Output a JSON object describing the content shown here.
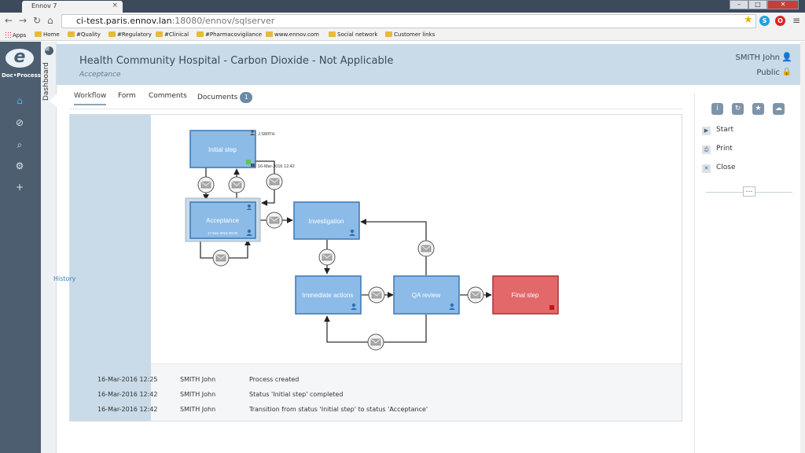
{
  "browser": {
    "tab_title": "Ennov 7",
    "tab_close": "×",
    "url_host": "ci-test.paris.ennov.lan",
    "url_path": ":18080/ennov/sqlserver",
    "bookmarks": [
      "Apps",
      "Home",
      "#Quality",
      "#Regulatory",
      "#Clinical",
      "#Pharmacovigilance",
      "www.ennov.com",
      "Social network",
      "Customer links"
    ]
  },
  "app": {
    "logo_text": "Doc•Process",
    "dashboard_label": "Dashboard"
  },
  "header": {
    "title": "Health Community Hospital - Carbon Dioxide - Not Applicable",
    "subtitle": "Acceptance",
    "user": "SMITH John",
    "visibility": "Public"
  },
  "tabs": [
    {
      "label": "Workflow"
    },
    {
      "label": "Form"
    },
    {
      "label": "Comments"
    },
    {
      "label": "Documents",
      "badge": "1"
    }
  ],
  "workflow": {
    "steps": {
      "initial": "Initial step",
      "acceptance": "Acceptance",
      "investigation": "Investigation",
      "immediate": "Immediate actions",
      "qa": "QA review",
      "final": "Final step"
    },
    "assignee": "J.SMITH",
    "initial_date": "16-Mar-2016 12:42",
    "acceptance_date": "17-Mar-2016 00:00"
  },
  "history": {
    "label": "History",
    "rows": [
      {
        "date": "16-Mar-2016 12:25",
        "user": "SMITH John",
        "event": "Process created"
      },
      {
        "date": "16-Mar-2016 12:42",
        "user": "SMITH John",
        "event": "Status 'Initial step' completed"
      },
      {
        "date": "16-Mar-2016 12:42",
        "user": "SMITH John",
        "event": "Transition from status 'Initial step' to status 'Acceptance'"
      }
    ]
  },
  "actions": {
    "start": "Start",
    "print": "Print",
    "close": "Close"
  },
  "colors": {
    "step_fill": "#8cbbe8",
    "step_stroke": "#3b77b3",
    "final_fill": "#e3686a",
    "final_stroke": "#a83437",
    "nav_bg": "#4d5e70"
  }
}
